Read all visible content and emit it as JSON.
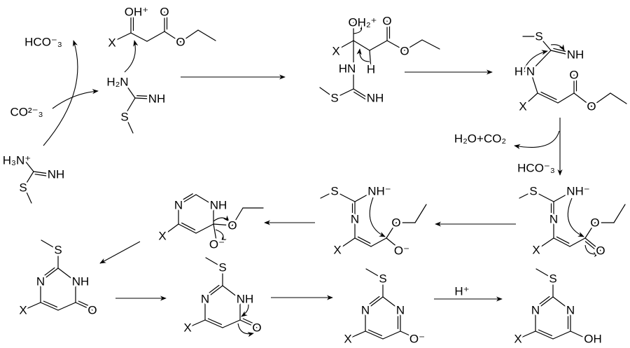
{
  "reagents": {
    "bicarbonate_top": "HCO⁻₃",
    "carbonate": "CO²⁻₃",
    "water_co2": "H₂O+CO₂",
    "bicarbonate_right": "HCO⁻₃",
    "proton": "H⁺"
  },
  "molecules": {
    "s_methylisothiouronium": [
      "H₃N⁺",
      "NH",
      "S"
    ],
    "s_methylisothiourea": [
      "H₂N",
      "NH",
      "S"
    ],
    "protonated_ketoester": [
      "OH⁺",
      "O",
      "X",
      "O"
    ],
    "tetrahedral_adduct": [
      "OH₂⁺",
      "O",
      "X",
      "O",
      "HN",
      "H",
      "S",
      "NH"
    ],
    "enamine_ester": [
      "S",
      "NH",
      "H",
      "N",
      "O",
      "X",
      "O"
    ],
    "amidinate_ester": [
      "S",
      "NH⁻",
      "N",
      "X",
      "O",
      "O"
    ],
    "tetrahedral_alkoxide": [
      "S",
      "NH⁻",
      "N",
      "X",
      "O",
      "O⁻"
    ],
    "cyclic_intermediate": [
      "N",
      "NH",
      "X",
      "O",
      "O⁻"
    ],
    "pyrimidinone": [
      "S",
      "N",
      "NH",
      "X",
      "O"
    ],
    "pyrimidinone_tautomerizing": [
      "S",
      "N",
      "NH",
      "X",
      "O"
    ],
    "pyrimidinolate": [
      "S",
      "N",
      "N",
      "X",
      "O⁻"
    ],
    "pyrimidinol": [
      "S",
      "N",
      "N",
      "X",
      "OH"
    ]
  }
}
